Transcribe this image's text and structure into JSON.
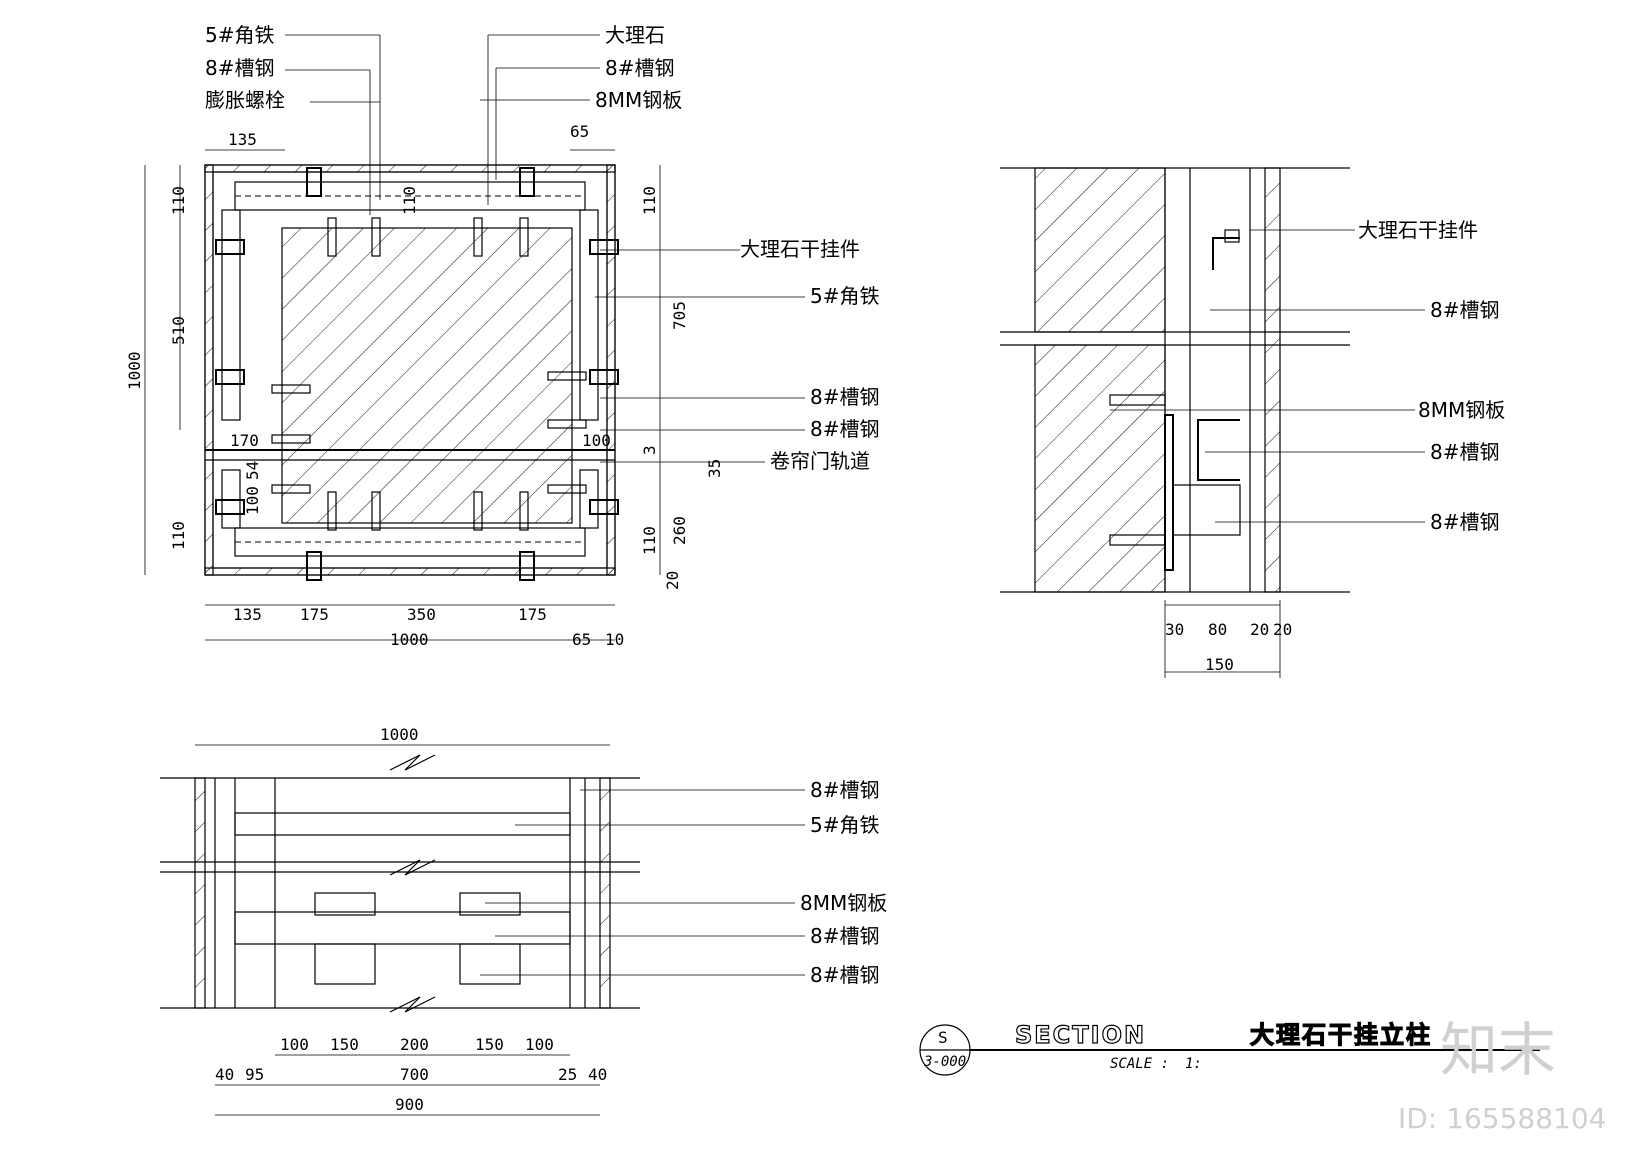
{
  "plan_view": {
    "labels_top_left": [
      "5#角铁",
      "8#槽钢",
      "膨胀螺栓"
    ],
    "labels_top_right": [
      "大理石",
      "8#槽钢",
      "8MM钢板"
    ],
    "labels_right": [
      "大理石干挂件",
      "5#角铁",
      "8#槽钢",
      "8#槽钢",
      "卷帘门轨道"
    ],
    "dims": {
      "top_135": "135",
      "top_65": "65",
      "left_1000": "1000",
      "left_510": "510",
      "left_110_top": "110",
      "left_110_bot": "110",
      "inner_110": "110",
      "inner_170": "170",
      "inner_54": "54",
      "inner_100": "100",
      "inner_100b": "100",
      "right_110": "110",
      "right_705": "705",
      "right_3": "3",
      "right_35": "35",
      "right_110b": "110",
      "right_260": "260",
      "right_20": "20",
      "bottom_135": "135",
      "bottom_175a": "175",
      "bottom_350": "350",
      "bottom_175b": "175",
      "bottom_65": "65",
      "bottom_10": "10",
      "bottom_1000": "1000"
    }
  },
  "section_view": {
    "labels": [
      "大理石干挂件",
      "8#槽钢",
      "8MM钢板",
      "8#槽钢",
      "8#槽钢"
    ],
    "dims": {
      "d30": "30",
      "d80": "80",
      "d20a": "20",
      "d20b": "20",
      "d150": "150"
    }
  },
  "elevation_view": {
    "labels": [
      "8#槽钢",
      "5#角铁",
      "8MM钢板",
      "8#槽钢",
      "8#槽钢"
    ],
    "dims": {
      "top_1000": "1000",
      "d100a": "100",
      "d150a": "150",
      "d200": "200",
      "d150b": "150",
      "d100b": "100",
      "d40a": "40",
      "d95": "95",
      "d700": "700",
      "d25": "25",
      "d40b": "40",
      "d900": "900"
    }
  },
  "title_block": {
    "circle_top": "S",
    "circle_bottom": "3-000",
    "title_en": "SECTION",
    "title_cn": "大理石干挂立柱",
    "scale_label": "SCALE :",
    "scale_value": "1:"
  },
  "watermark": {
    "logo_text": "知末",
    "id_text": "ID: 165588104"
  }
}
